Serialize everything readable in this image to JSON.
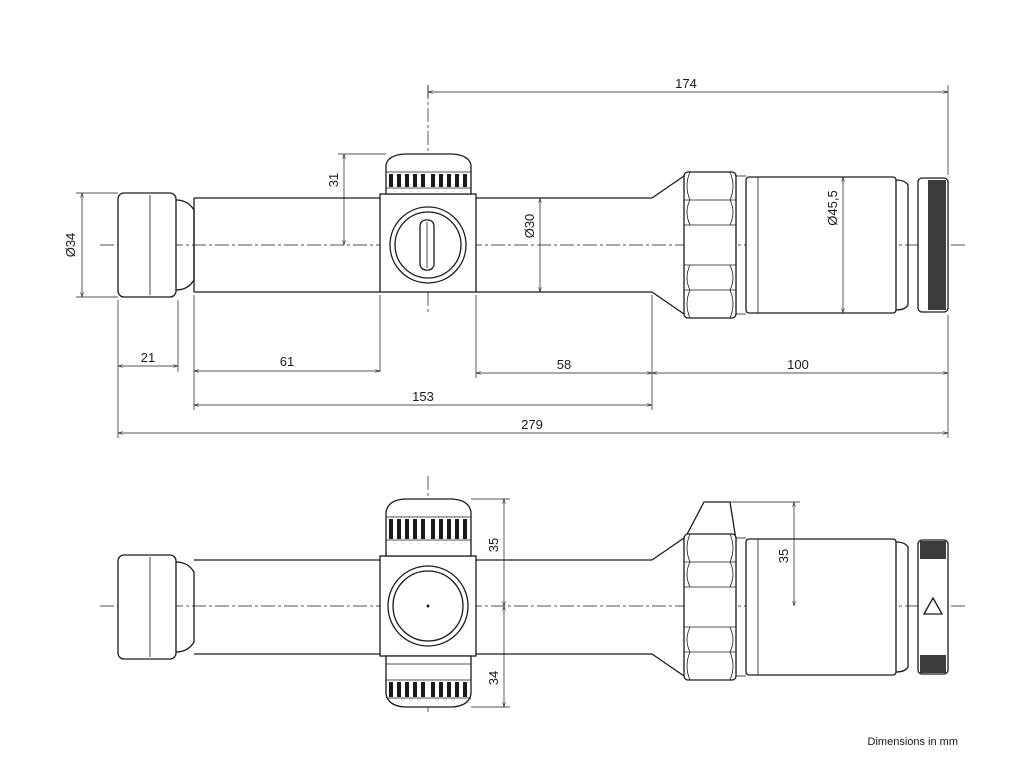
{
  "diagram": {
    "note": "Dimensions in mm",
    "top_view": {
      "dims": {
        "d174": "174",
        "d31": "31",
        "d34": "Ø34",
        "d30": "Ø30",
        "d45": "Ø45,5",
        "d21": "21",
        "d61": "61",
        "d58": "58",
        "d100": "100",
        "d153": "153",
        "d279": "279"
      }
    },
    "side_view": {
      "dims": {
        "d35a": "35",
        "d34b": "34",
        "d35b": "35"
      }
    }
  }
}
